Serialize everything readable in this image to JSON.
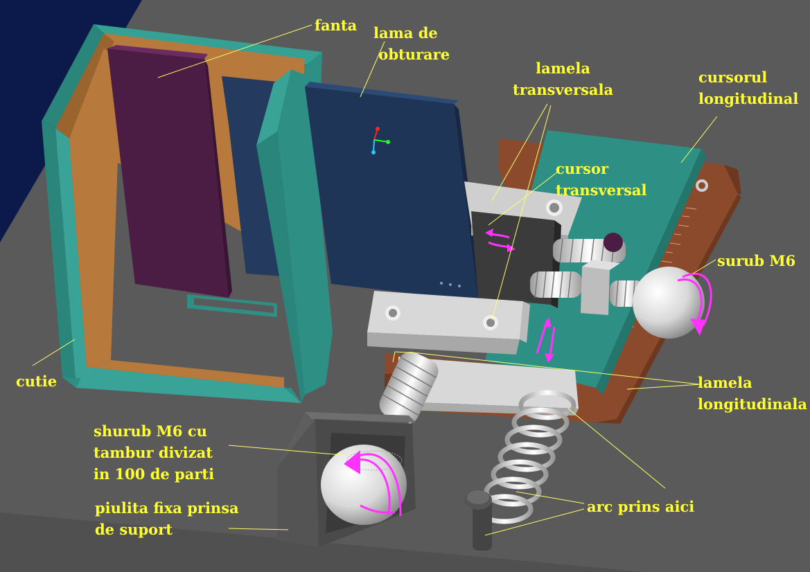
{
  "labels": {
    "fanta": "fanta",
    "lama": "lama de\n obturare",
    "lamela_transversala": "lamela\ntransversala",
    "cursorul_longitudinal": "cursorul\nlongitudinal",
    "cursor_transversal": "cursor\ntransversal",
    "surub_m6": "surub M6",
    "cutie": "cutie",
    "lamela_longitudinala": "lamela\nlongitudinala",
    "shurub_tambur": "shurub M6 cu\ntambur divizat\nin 100 de parti",
    "piulita": "piulita fixa prinsa\nde suport",
    "arc": "arc prins aici"
  },
  "colors": {
    "background": "#0b1a4a",
    "base_plate": "#5a5a5a",
    "box_frame": "#2e8f84",
    "box_interior": "#b87a3c",
    "slit_block": "#4b1d45",
    "shutter_blade": "#1f3558",
    "carriage_top": "#2e8f84",
    "brown_rail": "#8b4a2b",
    "light_gray_parts": "#cfcfcf",
    "label_text": "#ffff33",
    "leader_line": "#ffff66",
    "motion_arrows": "#ff33ff"
  }
}
